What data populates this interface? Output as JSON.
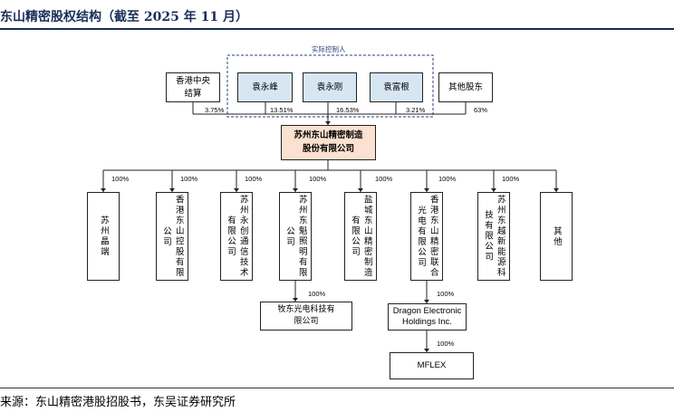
{
  "title": "东山精密股权结构（截至 2025 年 11 月）",
  "source": "来源：东山精密港股招股书，东吴证券研究所",
  "controller_group_label": "实际控制人",
  "shareholders": [
    {
      "name": "香港中央\n结算",
      "pct": "3.75%"
    },
    {
      "name": "袁永峰",
      "pct": "13.51%"
    },
    {
      "name": "袁永刚",
      "pct": "16.53%"
    },
    {
      "name": "袁富根",
      "pct": "3.21%"
    },
    {
      "name": "其他股东",
      "pct": "63%"
    }
  ],
  "company": "苏州东山精密制造\n股份有限公司",
  "subsidiaries": [
    {
      "name": "苏州晶端",
      "pct": "100%"
    },
    {
      "name": "香港东山控股有限公司",
      "pct": "100%"
    },
    {
      "name": "苏州永创通信技术有限公司",
      "pct": "100%"
    },
    {
      "name": "苏州东魁照明有限公司",
      "pct": "100%"
    },
    {
      "name": "盐城东山精密制造有限公司",
      "pct": "100%"
    },
    {
      "name": "香港东山精密联合光电有限公司",
      "pct": "100%"
    },
    {
      "name": "苏州东越新能源科技有限公司",
      "pct": "100%"
    },
    {
      "name": "其他",
      "pct": ""
    }
  ],
  "second_level": [
    {
      "name": "牧东光电科技有\n限公司",
      "pct": "100%"
    },
    {
      "name": "Dragon Electronic\nHoldings Inc.",
      "pct": "100%"
    }
  ],
  "third_level": [
    {
      "name": "MFLEX",
      "pct": "100%"
    }
  ]
}
